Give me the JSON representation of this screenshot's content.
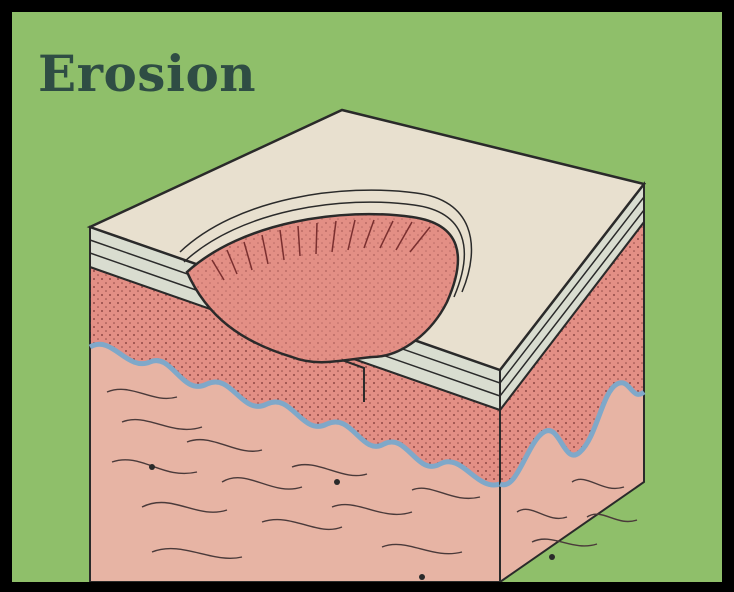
{
  "title": "Erosion",
  "colors": {
    "background": "#8fbf6a",
    "border": "#000000",
    "title": "#2f4d44",
    "surface": "#e8e0cf",
    "epidermis_layers": "#d9ddd0",
    "dermis_upper": "#e38f85",
    "dermis_lower": "#e7b4a4",
    "basement_line": "#7fa8c9",
    "outline": "#2a2a2a"
  },
  "icons": {
    "skin_block": "skin-cross-section-illustration",
    "erosion_area": "erosion-depression"
  }
}
